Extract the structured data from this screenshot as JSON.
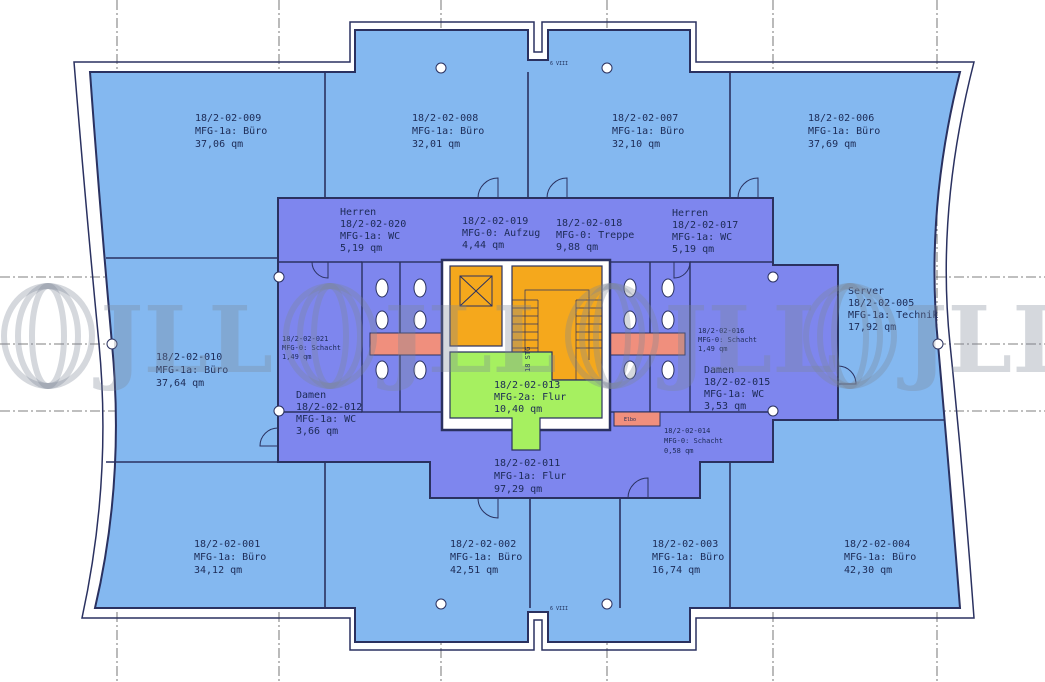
{
  "watermark": "JLL",
  "dimension_marks": {
    "top": "6 VIII",
    "bottom": "6 VIII"
  },
  "stair_text": "18 STG",
  "elbo": "Elbo",
  "rooms": {
    "r009": {
      "l1": "18/2-02-009",
      "l2": "MFG-1a: Büro",
      "l3": "37,06 qm"
    },
    "r008": {
      "l1": "18/2-02-008",
      "l2": "MFG-1a: Büro",
      "l3": "32,01 qm"
    },
    "r007": {
      "l1": "18/2-02-007",
      "l2": "MFG-1a: Büro",
      "l3": "32,10 qm"
    },
    "r006": {
      "l1": "18/2-02-006",
      "l2": "MFG-1a: Büro",
      "l3": "37,69 qm"
    },
    "r020": {
      "l0": "Herren",
      "l1": "18/2-02-020",
      "l2": "MFG-1a: WC",
      "l3": "5,19 qm"
    },
    "r019": {
      "l1": "18/2-02-019",
      "l2": "MFG-0: Aufzug",
      "l3": "4,44 qm"
    },
    "r018": {
      "l1": "18/2-02-018",
      "l2": "MFG-0: Treppe",
      "l3": "9,88 qm"
    },
    "r017": {
      "l0": "Herren",
      "l1": "18/2-02-017",
      "l2": "MFG-1a: WC",
      "l3": "5,19 qm"
    },
    "r005": {
      "l0": "Server",
      "l1": "18/2-02-005",
      "l2": "MFG-1a: Technik",
      "l3": "17,92 qm"
    },
    "r021": {
      "l1": "18/2-02-021",
      "l2": "MFG-0: Schacht",
      "l3": "1,49 qm"
    },
    "r016": {
      "l1": "18/2-02-016",
      "l2": "MFG-0: Schacht",
      "l3": "1,49 qm"
    },
    "r010": {
      "l1": "18/2-02-010",
      "l2": "MFG-1a: Büro",
      "l3": "37,64 qm"
    },
    "r013": {
      "l1": "18/2-02-013",
      "l2": "MFG-2a: Flur",
      "l3": "10,40 qm"
    },
    "r015": {
      "l0": "Damen",
      "l1": "18/2-02-015",
      "l2": "MFG-1a: WC",
      "l3": "3,53 qm"
    },
    "r012": {
      "l0": "Damen",
      "l1": "18/2-02-012",
      "l2": "MFG-1a: WC",
      "l3": "3,66 qm"
    },
    "r014": {
      "l1": "18/2-02-014",
      "l2": "MFG-0: Schacht",
      "l3": "0,58 qm"
    },
    "r011": {
      "l1": "18/2-02-011",
      "l2": "MFG-1a: Flur",
      "l3": "97,29 qm"
    },
    "r001": {
      "l1": "18/2-02-001",
      "l2": "MFG-1a: Büro",
      "l3": "34,12 qm"
    },
    "r002": {
      "l1": "18/2-02-002",
      "l2": "MFG-1a: Büro",
      "l3": "42,51 qm"
    },
    "r003": {
      "l1": "18/2-02-003",
      "l2": "MFG-1a: Büro",
      "l3": "16,74 qm"
    },
    "r004": {
      "l1": "18/2-02-004",
      "l2": "MFG-1a: Büro",
      "l3": "42,30 qm"
    }
  },
  "colors": {
    "office": "#84b8f0",
    "core": "#7e86ee",
    "elevator": "#f5a81c",
    "stair": "#f5a81c",
    "corridor": "#a6f060",
    "shaft": "#f08f7d",
    "wall": "#2a3160"
  }
}
